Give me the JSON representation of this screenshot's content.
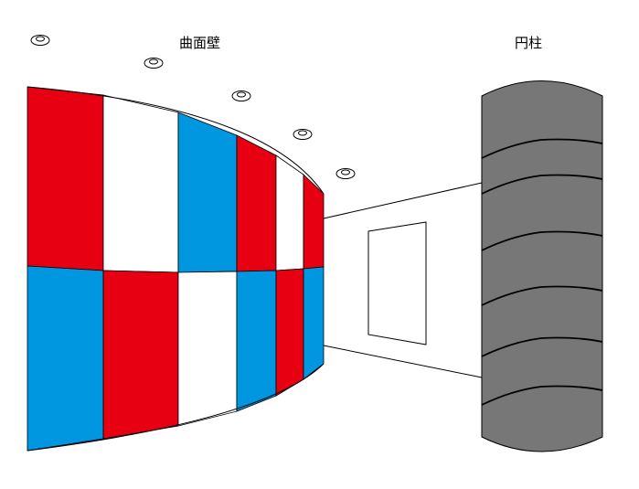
{
  "labels": {
    "curved_wall": "曲面壁",
    "pillar": "円柱"
  },
  "colors": {
    "red": "#e60012",
    "blue": "#0096e0",
    "white": "#ffffff",
    "pillar_gray": "#777777",
    "line": "#000000"
  },
  "wall_panels": {
    "top_row": [
      "red",
      "white",
      "blue",
      "red",
      "white",
      "red"
    ],
    "bottom_row": [
      "blue",
      "red",
      "white",
      "blue",
      "red",
      "blue"
    ]
  },
  "icons": [
    "ceiling-light-icon",
    "ceiling-light-icon",
    "ceiling-light-icon",
    "ceiling-light-icon",
    "ceiling-light-icon"
  ]
}
